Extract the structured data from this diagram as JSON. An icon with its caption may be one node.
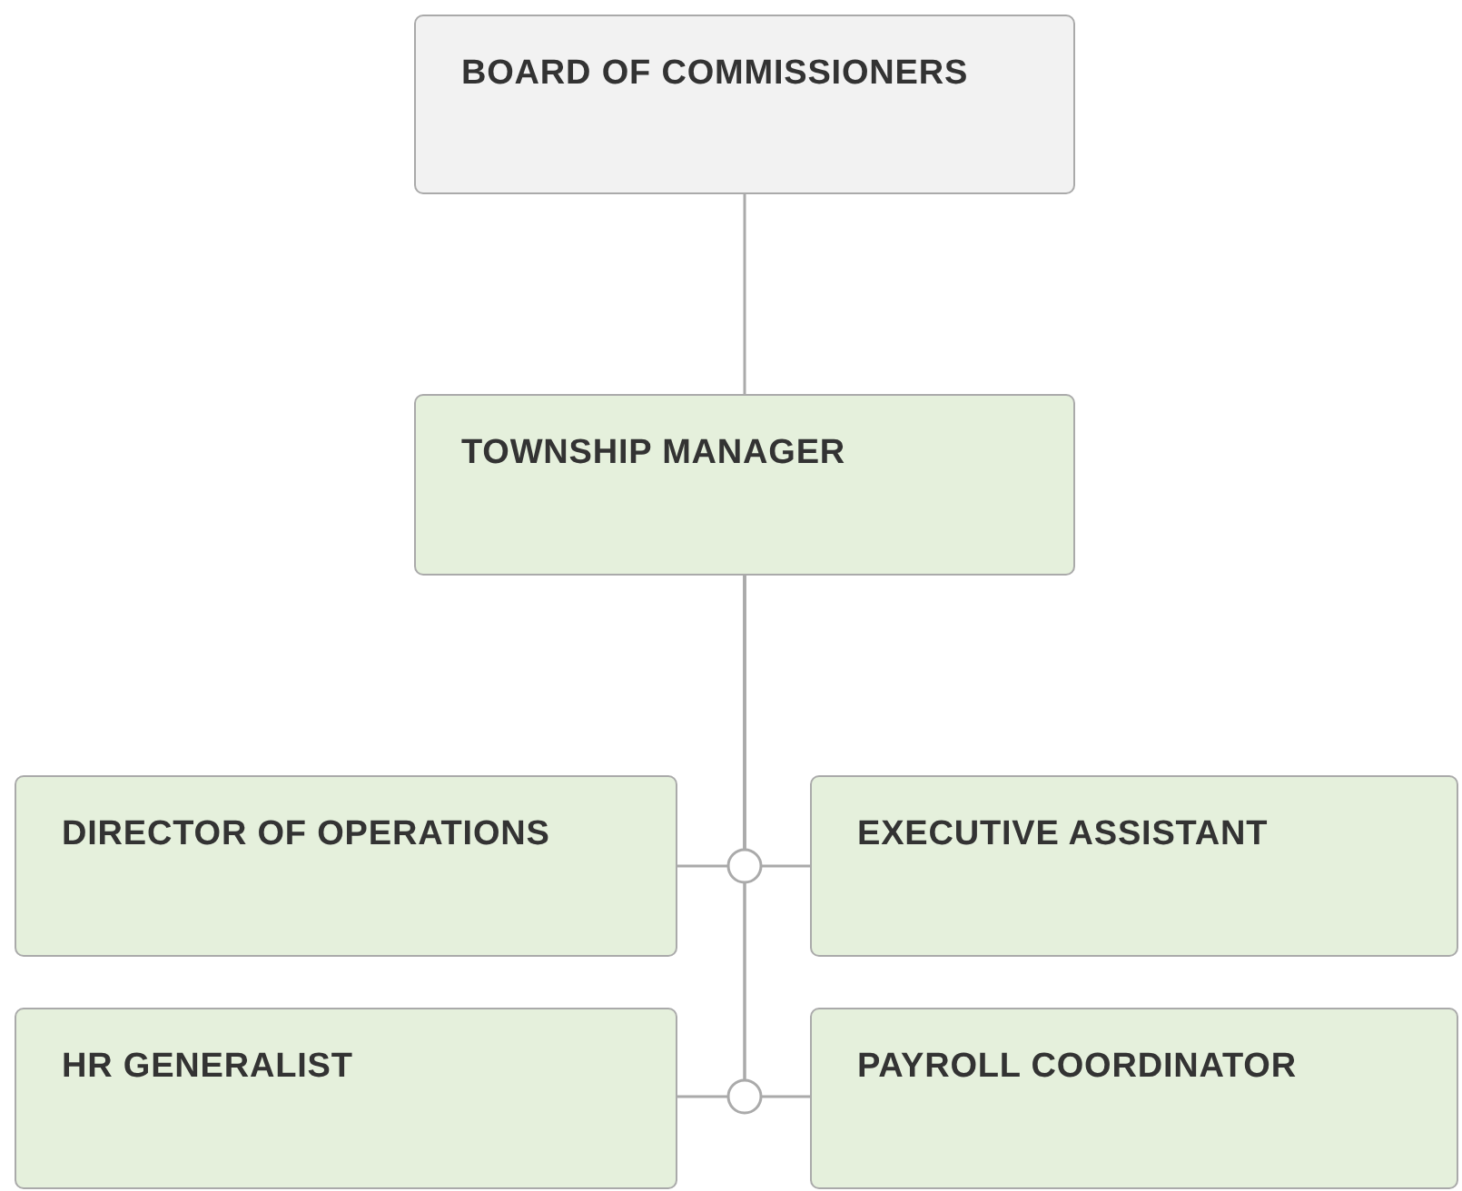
{
  "diagram": {
    "nodes": [
      {
        "text": [
          "BOARD OF COMMISSIONERS"
        ]
      },
      {
        "text": [
          "TOWNSHIP MANAGER"
        ]
      },
      {
        "text": [
          "DIRECTOR OF OPERATIONS"
        ]
      },
      {
        "text": [
          "EXECUTIVE ASSISTANT"
        ]
      },
      {
        "text": [
          "HR GENERALIST"
        ]
      },
      {
        "text": [
          "PAYROLL COORDINATOR"
        ]
      }
    ],
    "edges": [
      {
        "from": 0,
        "to": 1,
        "arrow": "none"
      },
      {
        "from": 1,
        "to": 2,
        "arrow": "none"
      },
      {
        "from": 1,
        "to": 3,
        "arrow": "none"
      },
      {
        "from": 1,
        "to": 4,
        "arrow": "none"
      },
      {
        "from": 1,
        "to": 5,
        "arrow": "none"
      }
    ]
  }
}
